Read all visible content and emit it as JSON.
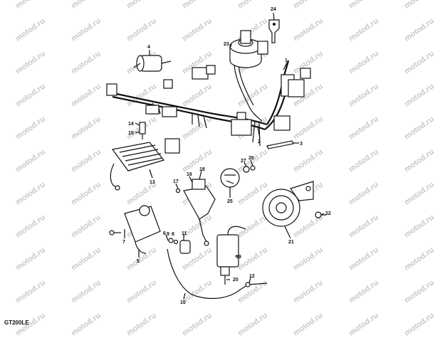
{
  "watermark": "motod.ru",
  "diagram_code": "GT200LE",
  "part_numbers": [
    "1",
    "2",
    "3",
    "4",
    "5",
    "6",
    "7",
    "8",
    "9",
    "10",
    "11",
    "12",
    "13",
    "14",
    "15",
    "16",
    "17",
    "18",
    "19",
    "20",
    "21",
    "22",
    "23",
    "24",
    "25",
    "26",
    "27"
  ]
}
